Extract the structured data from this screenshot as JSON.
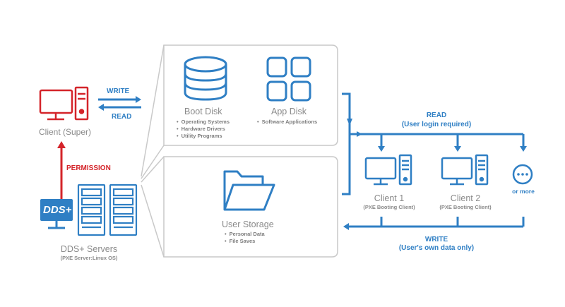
{
  "client_super": {
    "label": "Client (Super)"
  },
  "arrows": {
    "write_top": "WRITE",
    "read_top": "READ",
    "permission": "PERMISSION",
    "read_right": "READ",
    "read_right_sub": "(User login required)",
    "write_right": "WRITE",
    "write_right_sub": "(User's own data only)"
  },
  "servers": {
    "logo": "DDS+",
    "label": "DDS+ Servers",
    "sub": "(PXE Server:Linux OS)"
  },
  "boot_disk": {
    "title": "Boot Disk",
    "items": [
      "Operating Systems",
      "Hardware Drivers",
      "Utility Programs"
    ]
  },
  "app_disk": {
    "title": "App Disk",
    "items": [
      "Software Applications"
    ]
  },
  "user_storage": {
    "title": "User Storage",
    "items": [
      "Personal Data",
      "File Saves"
    ]
  },
  "clients": [
    {
      "label": "Client 1",
      "sub": "(PXE Booting Client)"
    },
    {
      "label": "Client 2",
      "sub": "(PXE Booting Client)"
    }
  ],
  "more": {
    "label": "or more"
  },
  "colors": {
    "blue": "#2f7fc4",
    "red": "#d4242a",
    "gray": "#8a8a8a",
    "panel_border": "#c9c9c9"
  }
}
